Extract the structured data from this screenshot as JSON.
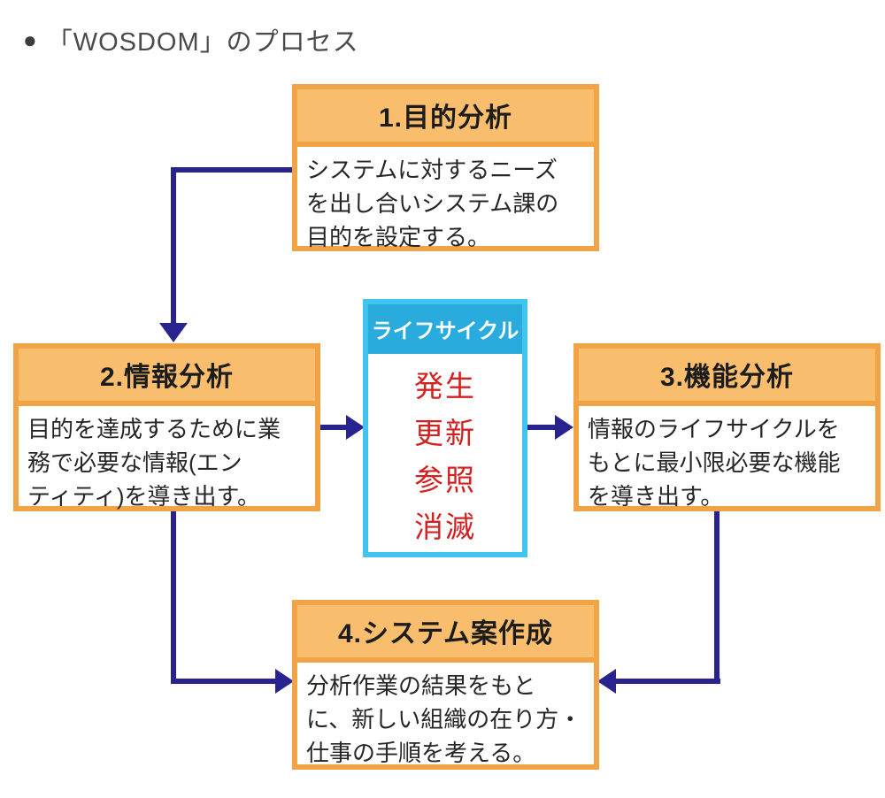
{
  "title": {
    "bullet": "●",
    "text": "「WOSDOM」のプロセス"
  },
  "colors": {
    "orange_border": "#f0a446",
    "orange_fill": "#f9bd6e",
    "cyan_border": "#41c5ee",
    "cyan_fill": "#29abdd",
    "arrow_navy": "#28238f",
    "lifecycle_red": "#d32121"
  },
  "boxes": {
    "step1": {
      "title": "1.目的分析",
      "body": "システムに対するニーズ\nを出し合いシステム課の\n目的を設定する。"
    },
    "step2": {
      "title": "2.情報分析",
      "body": "目的を達成するために業\n務で必要な情報(エン\nティティ)を導き出す。"
    },
    "step3": {
      "title": "3.機能分析",
      "body": "情報のライフサイクルを\nもとに最小限必要な機能\nを導き出す。"
    },
    "step4": {
      "title": "4.システム案作成",
      "body": "分析作業の結果をもと\nに、新しい組織の在り方・\n仕事の手順を考える。"
    },
    "lifecycle": {
      "title": "ライフサイクル",
      "items": [
        "発生",
        "更新",
        "参照",
        "消滅"
      ]
    }
  }
}
